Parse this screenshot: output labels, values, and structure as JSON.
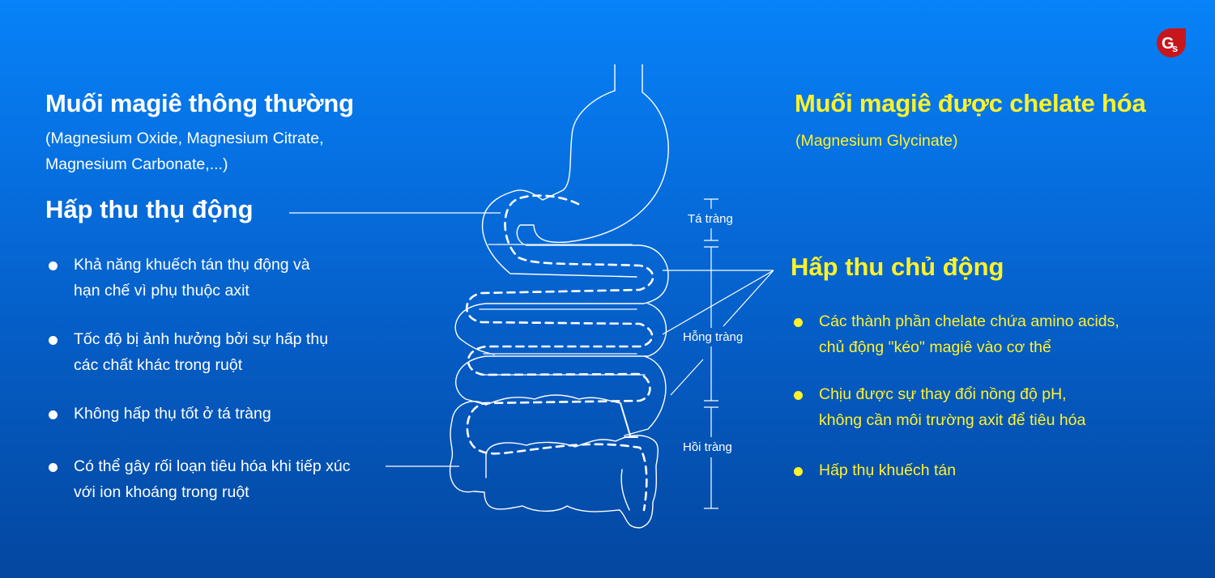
{
  "logo": {
    "text": "Gs",
    "color": "#c8161d"
  },
  "left": {
    "title": "Muối magiê thông thường",
    "subtitle_line1": "(Magnesium Oxide, Magnesium Citrate,",
    "subtitle_line2": "Magnesium Carbonate,...)",
    "section_title": "Hấp thu thụ động",
    "bullets": [
      {
        "line1": "Khả năng khuếch tán thụ động và",
        "line2": "hạn chế vì phụ thuộc axit"
      },
      {
        "line1": "Tốc độ bị ảnh hưởng bởi sự hấp thụ",
        "line2": "các chất khác trong ruột"
      },
      {
        "line1": "Không hấp thụ tốt ở tá tràng",
        "line2": ""
      },
      {
        "line1": "Có thể gây rối loạn tiêu hóa khi tiếp xúc",
        "line2": "với ion khoáng trong ruột"
      }
    ]
  },
  "right": {
    "title": "Muối magiê được chelate hóa",
    "subtitle": "(Magnesium Glycinate)",
    "section_title": "Hấp thu chủ động",
    "bullets": [
      {
        "line1": "Các thành phần chelate chứa amino acids,",
        "line2": "chủ động \"kéo\" magiê vào cơ thể"
      },
      {
        "line1": "Chịu được sự thay đổi nồng độ pH,",
        "line2": "không cần môi trường axit để tiêu hóa"
      },
      {
        "line1": "Hấp thụ khuếch tán",
        "line2": ""
      }
    ]
  },
  "diagram": {
    "labels": {
      "duodenum": "Tá tràng",
      "jejunum": "Hỗng tràng",
      "ileum": "Hồi tràng"
    }
  },
  "colors": {
    "accent_yellow": "#fff22a",
    "text_white": "#ffffff",
    "bg_top": "#0782f8",
    "bg_bottom": "#0447a0"
  }
}
